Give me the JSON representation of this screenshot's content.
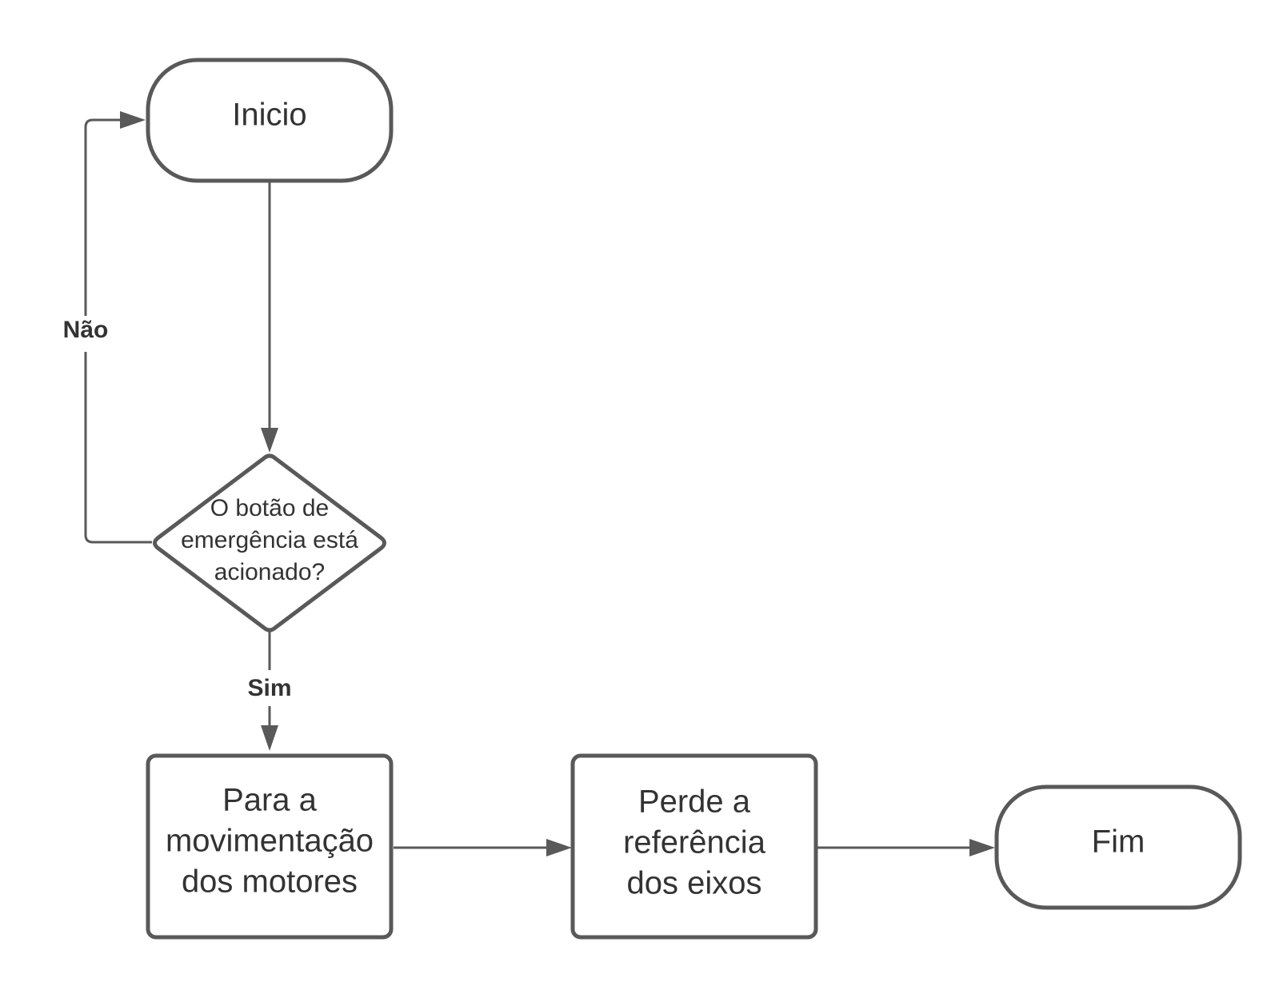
{
  "nodes": {
    "start": {
      "label": "Inicio",
      "shape": "terminator"
    },
    "decision": {
      "lines": [
        "O botão de",
        "emergência está",
        "acionado?"
      ],
      "shape": "decision"
    },
    "stop_motors": {
      "lines": [
        "Para a",
        "movimentação",
        "dos motores"
      ],
      "shape": "process"
    },
    "lose_reference": {
      "lines": [
        "Perde a",
        "referência",
        "dos eixos"
      ],
      "shape": "process"
    },
    "end": {
      "label": "Fim",
      "shape": "terminator"
    }
  },
  "edges": {
    "no_label": "Não",
    "yes_label": "Sim"
  },
  "colors": {
    "stroke": "#595959",
    "text": "#333333",
    "background": "#ffffff"
  }
}
